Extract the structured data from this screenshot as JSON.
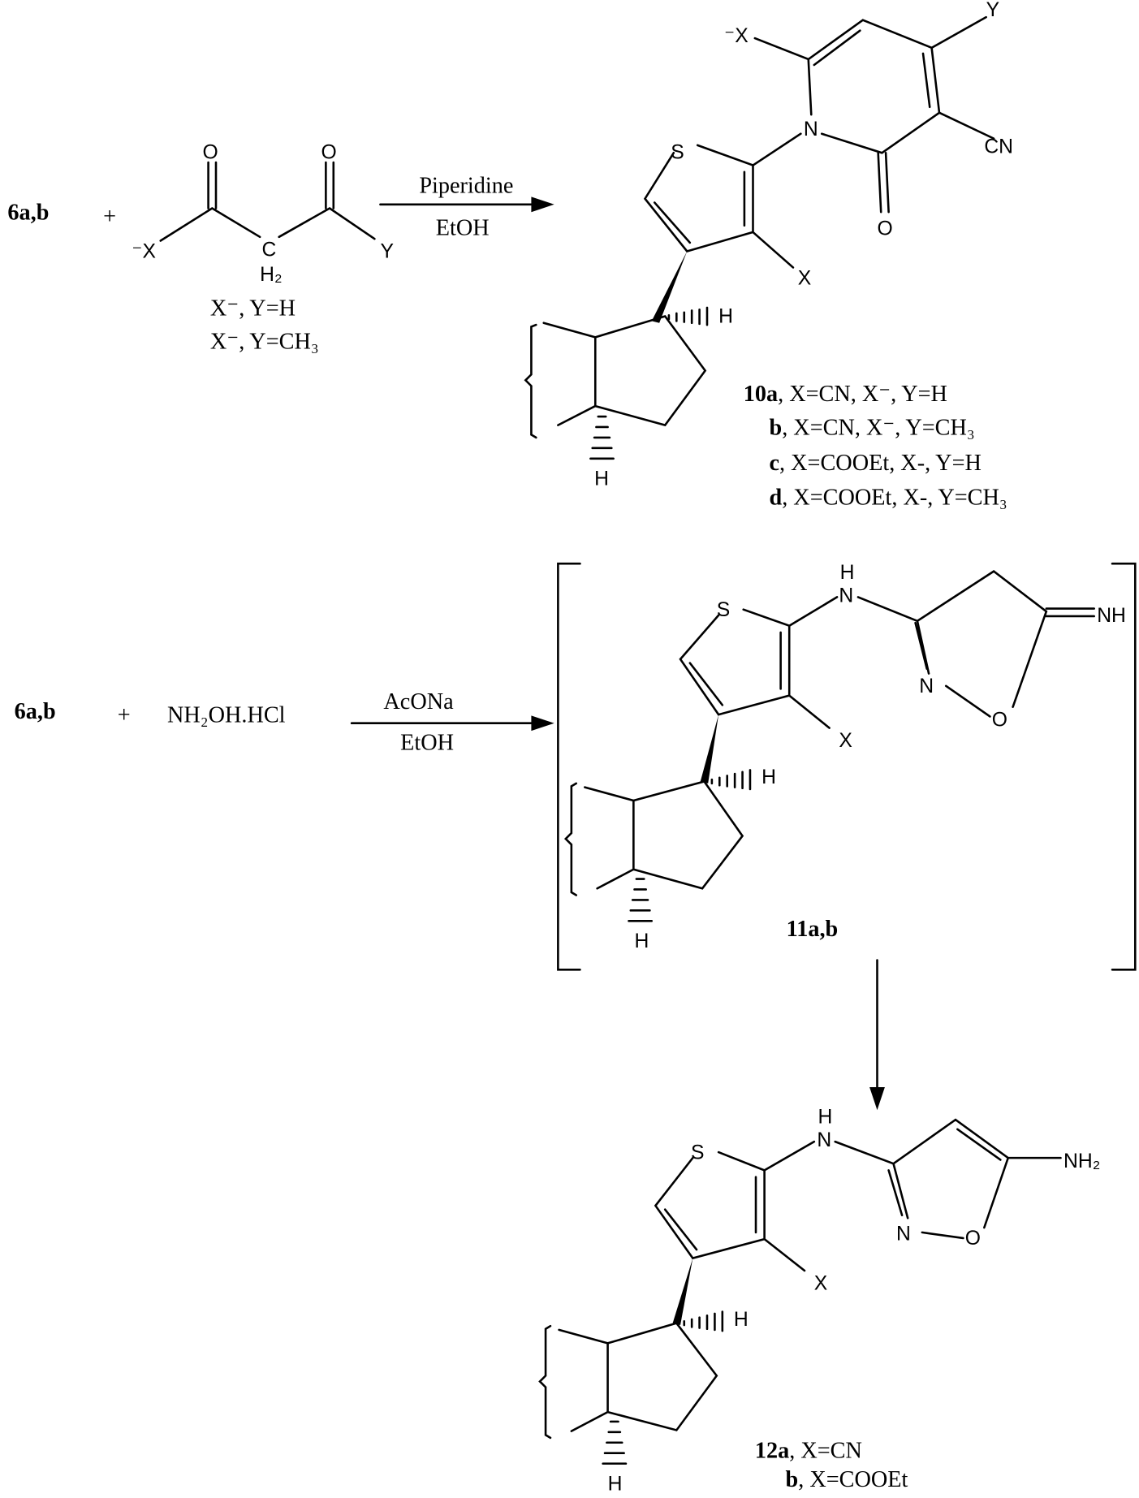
{
  "scheme": {
    "row1": {
      "reactant_label": "6a,b",
      "plus": "+",
      "reagent_atoms": {
        "o1": "O",
        "o2": "O",
        "x": "⁻X",
        "c": "C",
        "h2": "H₂",
        "y": "Y"
      },
      "reagent_variants": [
        "X⁻, Y=H",
        "X⁻, Y=CH₃"
      ],
      "conditions_top": "Piperidine",
      "conditions_bottom": "EtOH",
      "product_atoms": {
        "s": "S",
        "n": "N",
        "x_neg": "⁻X",
        "y": "Y",
        "cn": "CN",
        "o": "O",
        "x": "X",
        "h1": "H",
        "h2": "H"
      },
      "product_variants": [
        {
          "id": "10a",
          "text": ", X=CN, X⁻, Y=H"
        },
        {
          "id": "b",
          "text": ", X=CN, X⁻, Y=CH₃"
        },
        {
          "id": "c",
          "text": ", X=COOEt, X-, Y=H"
        },
        {
          "id": "d",
          "text": ", X=COOEt, X-, Y=CH₃"
        }
      ]
    },
    "row2": {
      "reactant_label": "6a,b",
      "plus": "+",
      "reagent": "NH₂OH.HCl",
      "conditions_top": "AcONa",
      "conditions_bottom": "EtOH",
      "intermediate_atoms": {
        "s": "S",
        "nh_h": "H",
        "nh_n": "N",
        "n": "N",
        "o": "O",
        "nh": "NH",
        "x": "X",
        "h1": "H",
        "h2": "H"
      },
      "intermediate_label": "11a,b"
    },
    "row3": {
      "product_atoms": {
        "s": "S",
        "nh_h": "H",
        "nh_n": "N",
        "n": "N",
        "o": "O",
        "nh2": "NH₂",
        "x": "X",
        "h1": "H",
        "h2": "H"
      },
      "product_variants": [
        {
          "id": "12a",
          "text": ", X=CN"
        },
        {
          "id": "b",
          "text": ", X=COOEt"
        }
      ]
    }
  }
}
